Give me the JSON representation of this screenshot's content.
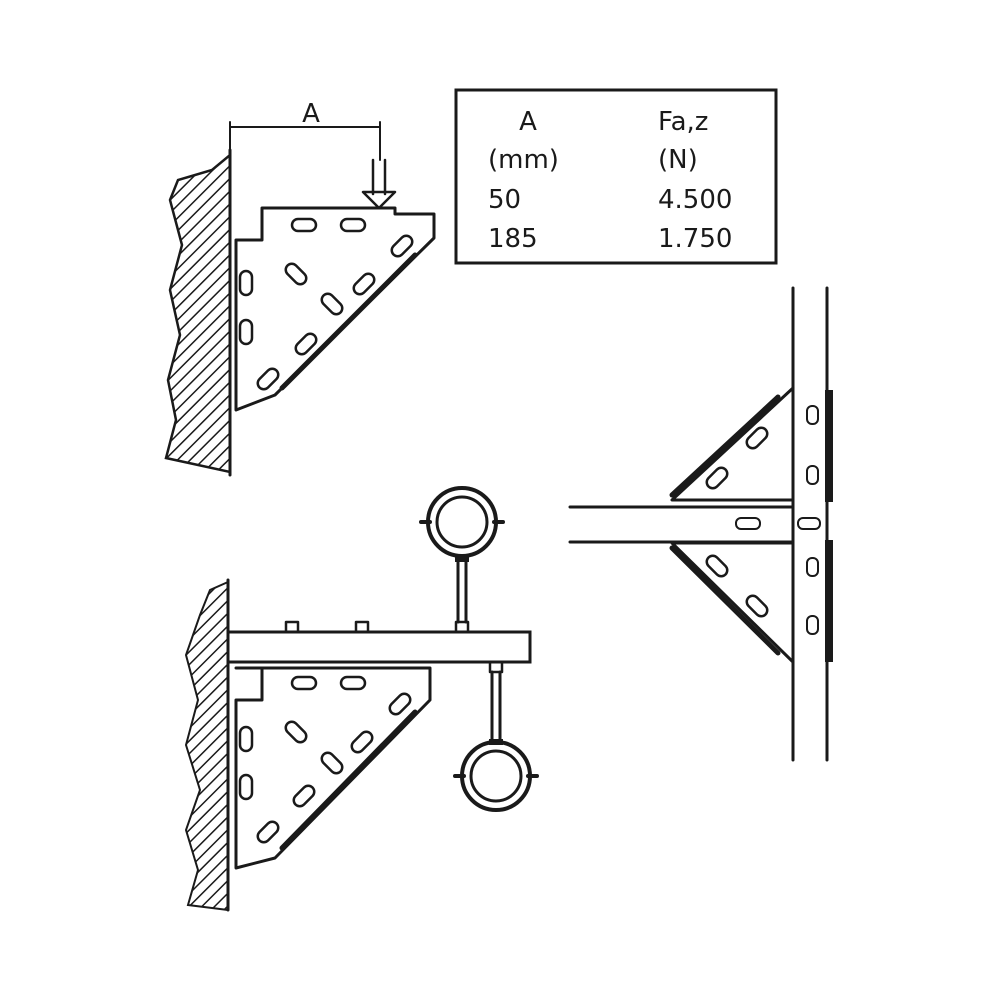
{
  "dimension": {
    "label": "A"
  },
  "load_table": {
    "headers": [
      {
        "title": "A",
        "unit": "(mm)"
      },
      {
        "title": "Fa,z",
        "unit": "(N)"
      }
    ],
    "rows": [
      {
        "a": "50",
        "f": "4.500"
      },
      {
        "a": "185",
        "f": "1.750"
      }
    ]
  }
}
